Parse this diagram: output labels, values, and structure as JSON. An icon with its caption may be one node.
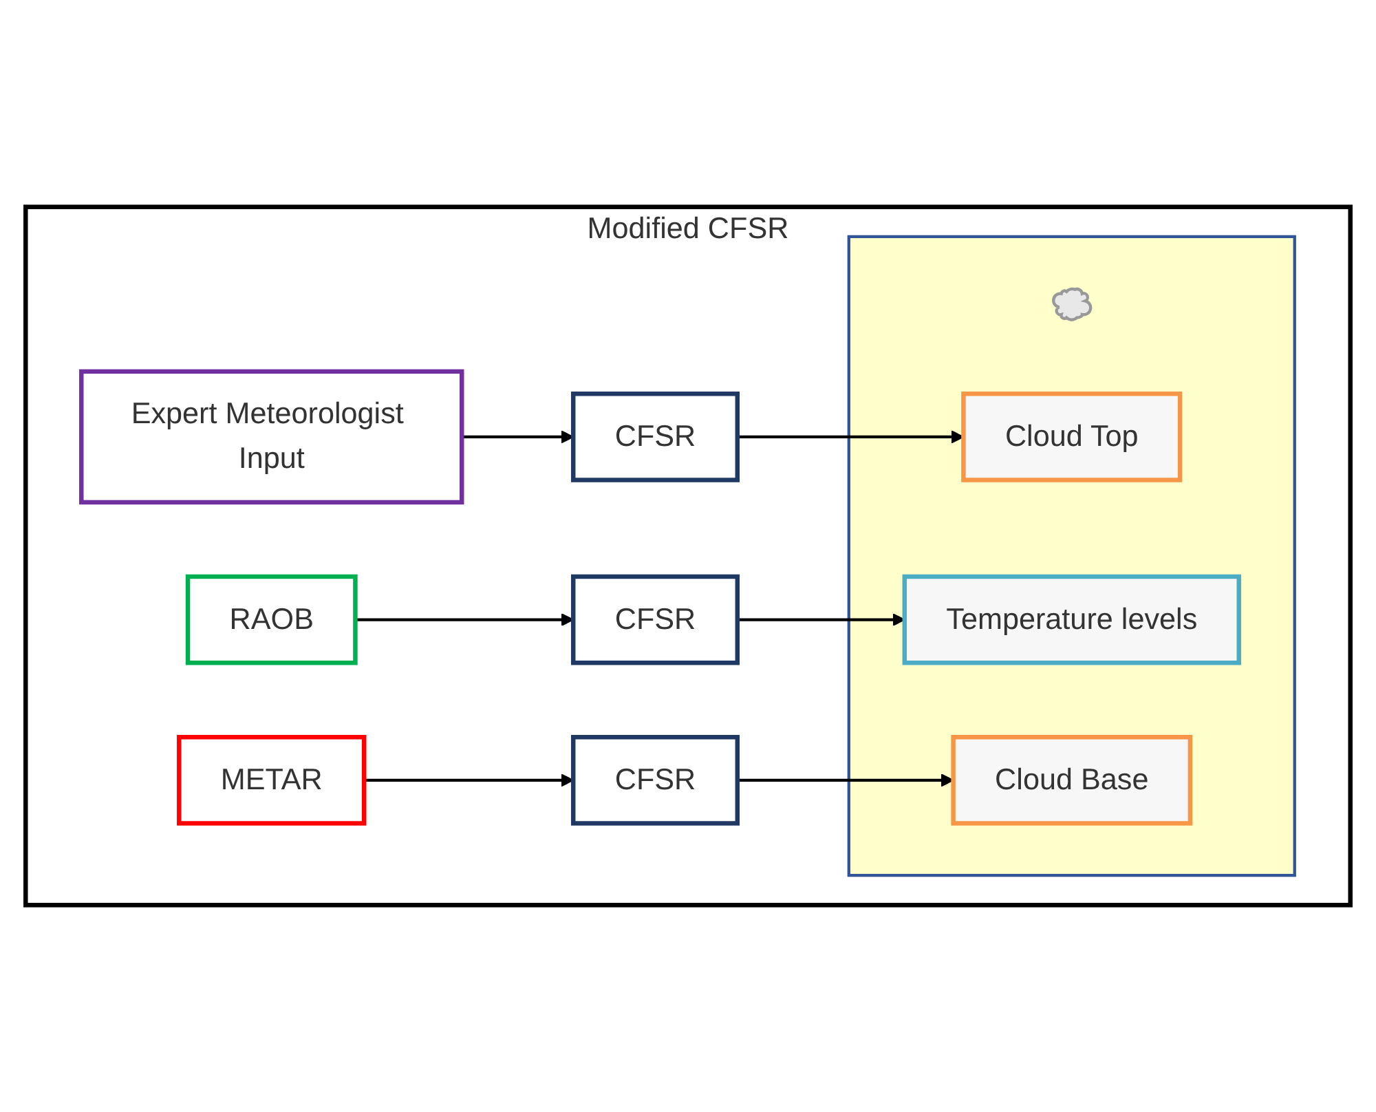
{
  "diagram": {
    "nodes": [
      {
        "text": [
          "Modified CFSR"
        ]
      },
      {
        "text": [
          "Expert Meteorologist Input"
        ],
        "in": 0
      },
      {
        "text": [
          "CFSR"
        ],
        "in": 0
      },
      {
        "text": [],
        "shape": "box",
        "in": 0
      },
      {
        "text": [],
        "shape": "cloud",
        "in": 3
      },
      {
        "text": [
          "Cloud Top"
        ],
        "in": 3
      },
      {
        "text": [
          "Temperature levels"
        ],
        "in": 3
      },
      {
        "text": [
          "Cloud Base"
        ],
        "in": 3
      },
      {
        "text": [
          "RAOB"
        ],
        "in": 0
      },
      {
        "text": [
          "CFSR"
        ],
        "in": 0
      },
      {
        "text": [
          "METAR"
        ],
        "in": 0
      },
      {
        "text": [
          "CFSR"
        ],
        "in": 0
      }
    ],
    "edges": [
      {
        "from": 1,
        "to": 2,
        "arrow": "to"
      },
      {
        "from": 2,
        "to": 5,
        "arrow": "to"
      },
      {
        "from": 8,
        "to": 9,
        "arrow": "to"
      },
      {
        "from": 9,
        "to": 6,
        "arrow": "to"
      },
      {
        "from": 10,
        "to": 11,
        "arrow": "to"
      },
      {
        "from": 11,
        "to": 7,
        "arrow": "to"
      }
    ]
  }
}
